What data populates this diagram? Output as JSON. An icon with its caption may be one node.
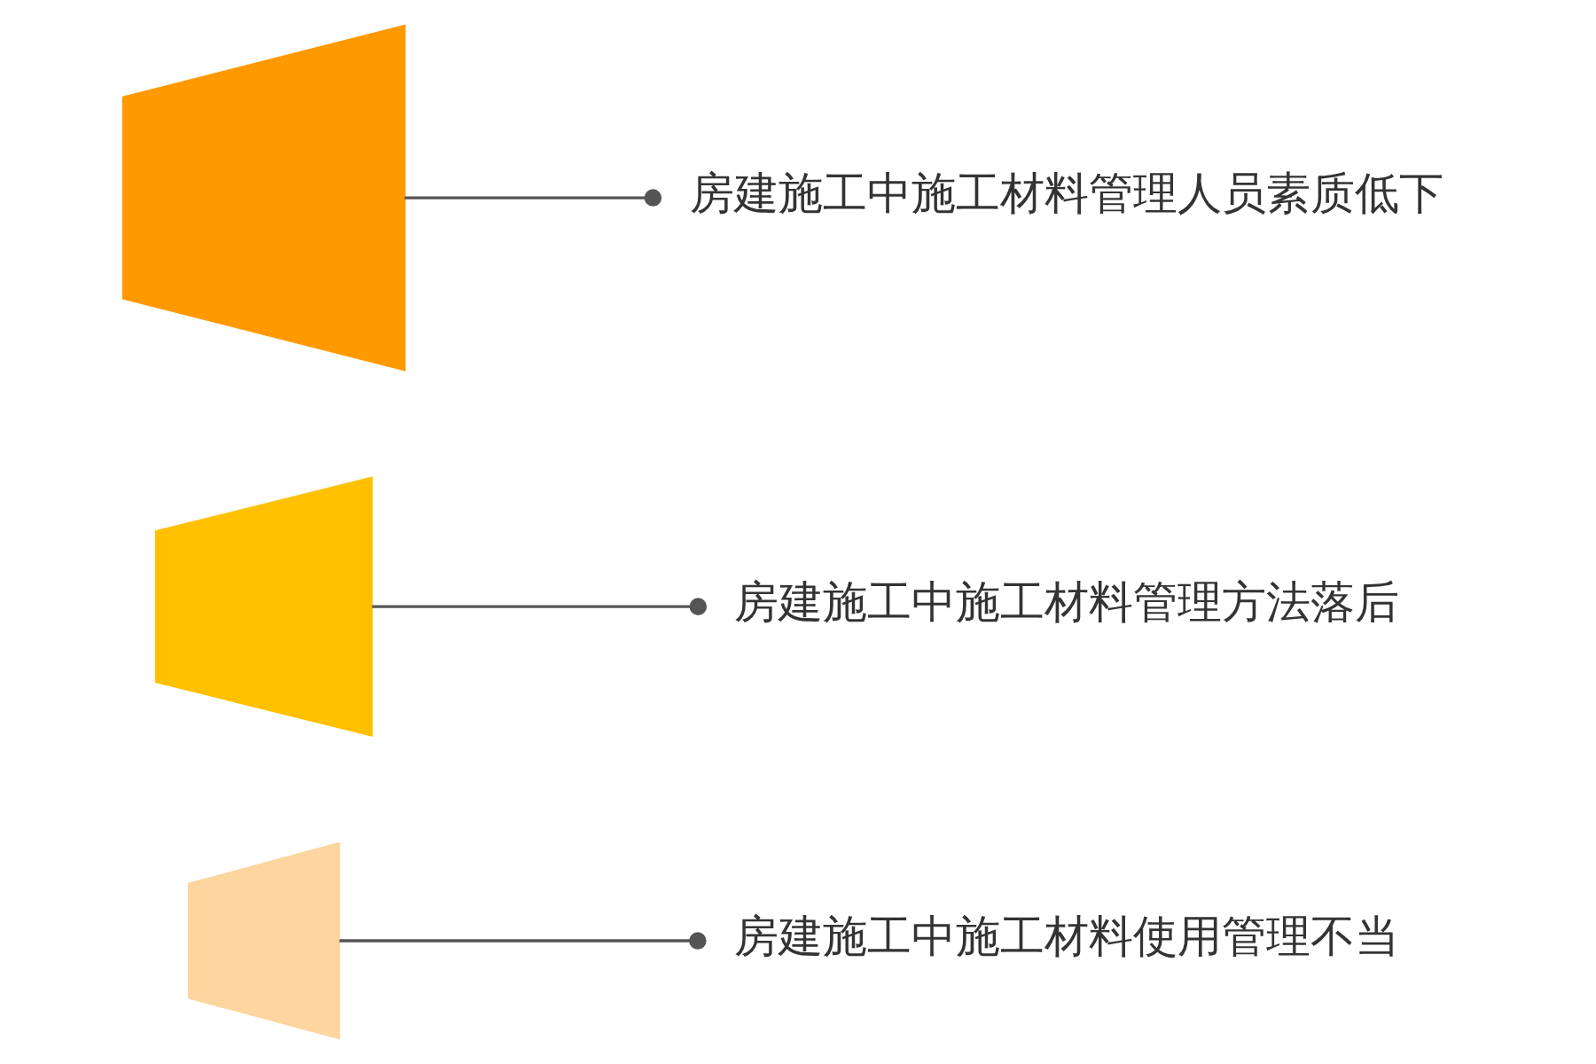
{
  "diagram": {
    "nodes": [
      {
        "text": [],
        "shape": "trapezoid"
      },
      {
        "text": [],
        "shape": "trapezoid"
      },
      {
        "text": [],
        "shape": "trapezoid"
      },
      {
        "text": [
          "房建施工中施工材料管理人员素质低下"
        ]
      },
      {
        "text": [
          "房建施工中施工材料管理方法落后"
        ]
      },
      {
        "text": [
          "房建施工中施工材料使用管理不当"
        ]
      }
    ],
    "edges": [
      {
        "from": 0,
        "to": 3,
        "arrow": "other"
      },
      {
        "from": 1,
        "to": 4,
        "arrow": "other"
      },
      {
        "from": 2,
        "to": 5,
        "arrow": "other"
      }
    ]
  }
}
